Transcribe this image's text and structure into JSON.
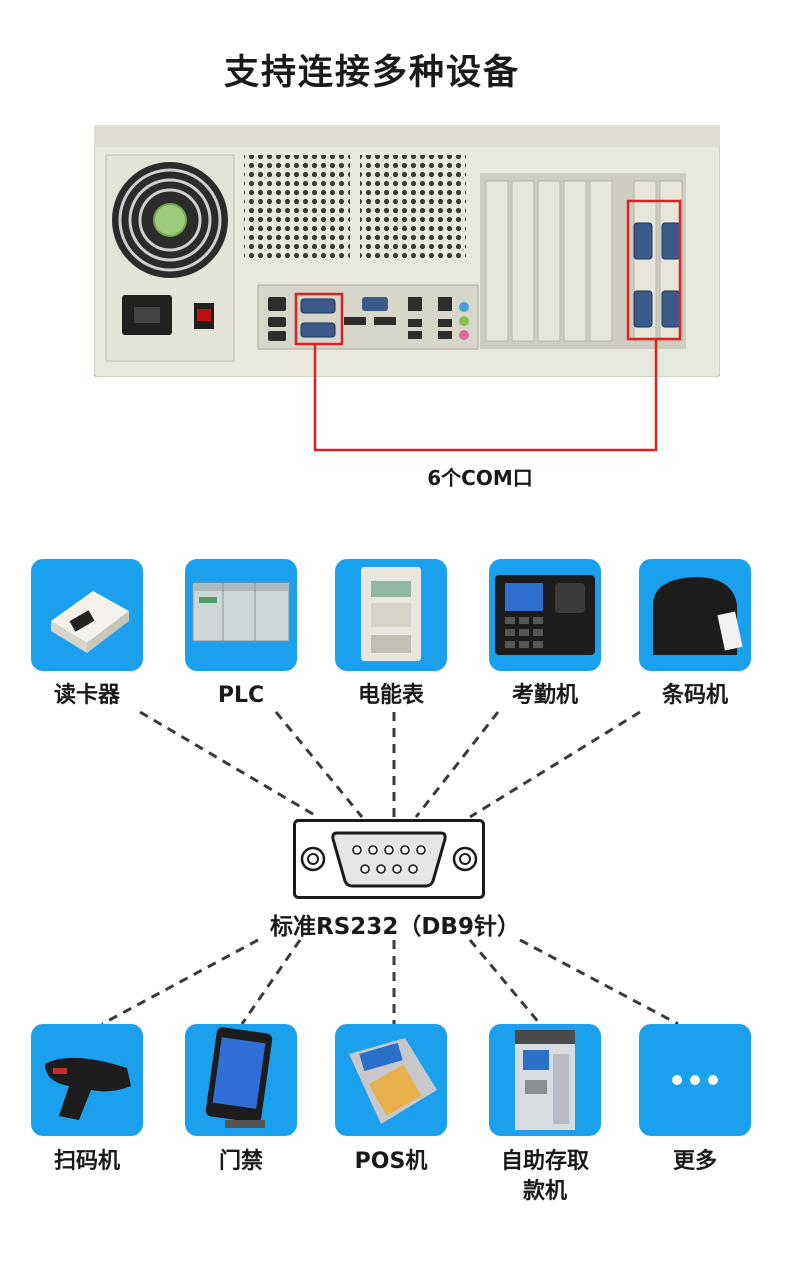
{
  "header": {
    "title": "支持连接多种设备"
  },
  "panel": {
    "com_label": "6个COM口"
  },
  "connector": {
    "label": "标准RS232（DB9针）"
  },
  "devices_top": [
    {
      "label": "读卡器",
      "icon": "card-reader-icon"
    },
    {
      "label": "PLC",
      "icon": "plc-icon"
    },
    {
      "label": "电能表",
      "icon": "electric-meter-icon"
    },
    {
      "label": "考勤机",
      "icon": "attendance-machine-icon"
    },
    {
      "label": "条码机",
      "icon": "barcode-printer-icon"
    }
  ],
  "devices_bottom": [
    {
      "label": "扫码机",
      "icon": "barcode-scanner-icon"
    },
    {
      "label": "门禁",
      "icon": "access-control-icon"
    },
    {
      "label": "POS机",
      "icon": "pos-terminal-icon"
    },
    {
      "label": "自助存取款机",
      "icon": "atm-icon"
    },
    {
      "label": "更多",
      "icon": "more-icon"
    }
  ],
  "colors": {
    "tile": "#1aa0ec",
    "highlight": "#e02020",
    "chassis": "#e9e8dc"
  }
}
